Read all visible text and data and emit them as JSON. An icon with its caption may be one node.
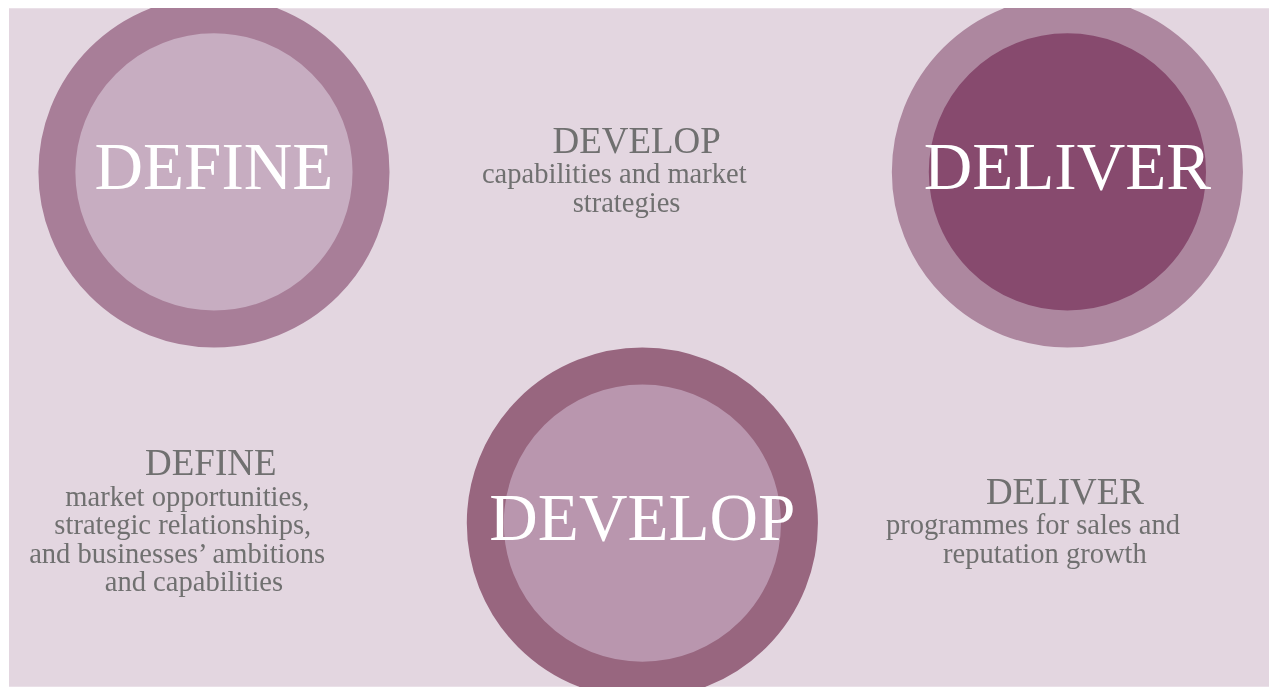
{
  "diagram": {
    "nodes": [
      {
        "text": [
          "DEFINE"
        ],
        "beside": [
          "DEFINE",
          "market opportunities, strategic relationships, and businesses’ ambitions and capabilities"
        ]
      },
      {
        "text": [
          "DEVELOP"
        ],
        "beside": [
          "DEVELOP",
          "capabilities and market strategies"
        ]
      },
      {
        "text": [
          "DELIVER"
        ],
        "beside": [
          "DELIVER",
          "programmes for sales and reputation growth"
        ]
      }
    ],
    "edges": []
  }
}
